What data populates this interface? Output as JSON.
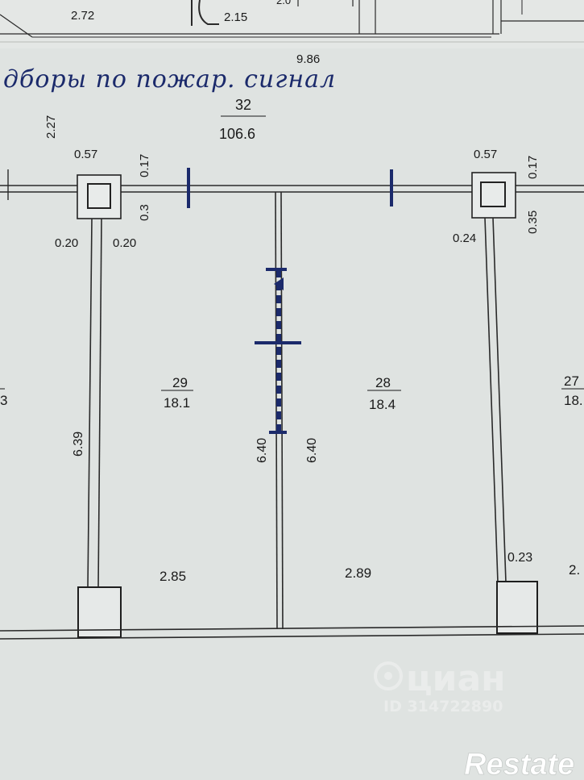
{
  "top": {
    "dim_left": "2.72",
    "dim_mid": "2.15",
    "dim_partial": "2.0",
    "dim_total": "9.86"
  },
  "handwritten_note": "дборы по пожар. сигнал",
  "hall": {
    "number": "32",
    "area": "106.6"
  },
  "column_left": {
    "width": "0.57",
    "depth": "0.17",
    "offset": "0.3",
    "wall_left": "0.20",
    "wall_right": "0.20",
    "height_above": "2.27"
  },
  "column_right": {
    "width": "0.57",
    "depth": "0.17",
    "offset": "0.35",
    "wall": "0.24",
    "wall_bottom": "0.23"
  },
  "rooms": [
    {
      "number": "29",
      "area": "18.1",
      "length_left": "6.39",
      "length_right": "6.40",
      "width": "2.85"
    },
    {
      "number": "28",
      "area": "18.4",
      "length_left": "6.40",
      "width": "2.89"
    },
    {
      "number": "27",
      "area": "18.",
      "width": "2."
    }
  ],
  "edge_left_room": {
    "number": "",
    "area": "3"
  },
  "watermark": {
    "brand": "циан",
    "id": "ID 314722890"
  },
  "logo": "Restate",
  "colors": {
    "paper": "#dfe3e1",
    "ink": "#1a1a1a",
    "pen": "#1b2a6b"
  }
}
